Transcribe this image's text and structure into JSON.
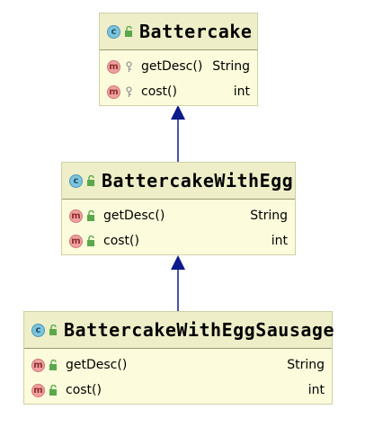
{
  "colors": {
    "box_fill": "#fcfcdc",
    "header_fill": "#eeeec8",
    "arrow": "#0c1a8c",
    "class_badge": "#7cc3de",
    "method_badge": "#f0a0a0",
    "public_lock": "#5aa84a",
    "key_icon": "#999999"
  },
  "classes": [
    {
      "name": "Battercake",
      "icon": "class-icon",
      "visibility_icon": "public-lock-icon",
      "members": [
        {
          "badge": "m",
          "visibility_icon": "key-icon",
          "name": "getDesc()",
          "type": "String"
        },
        {
          "badge": "m",
          "visibility_icon": "key-icon",
          "name": "cost()",
          "type": "int"
        }
      ]
    },
    {
      "name": "BattercakeWithEgg",
      "icon": "class-icon",
      "visibility_icon": "public-lock-icon",
      "members": [
        {
          "badge": "m",
          "visibility_icon": "public-lock-icon",
          "name": "getDesc()",
          "type": "String"
        },
        {
          "badge": "m",
          "visibility_icon": "public-lock-icon",
          "name": "cost()",
          "type": "int"
        }
      ]
    },
    {
      "name": "BattercakeWithEggSausage",
      "icon": "class-icon",
      "visibility_icon": "public-lock-icon",
      "members": [
        {
          "badge": "m",
          "visibility_icon": "public-lock-icon",
          "name": "getDesc()",
          "type": "String"
        },
        {
          "badge": "m",
          "visibility_icon": "public-lock-icon",
          "name": "cost()",
          "type": "int"
        }
      ]
    }
  ]
}
